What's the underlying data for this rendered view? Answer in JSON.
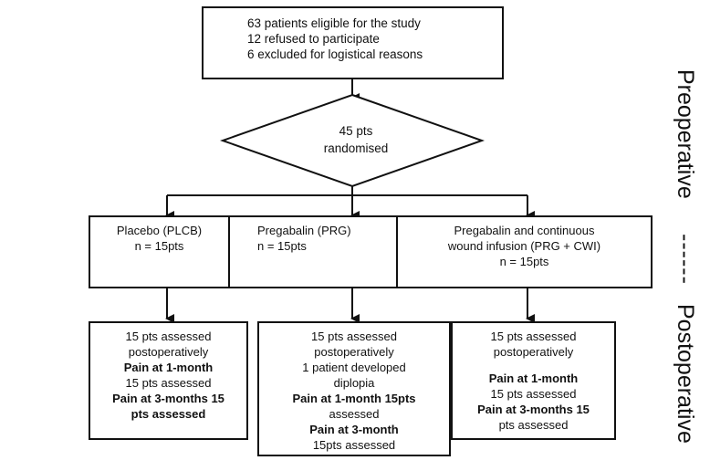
{
  "enrollment": {
    "lines": [
      "63 patients eligible for the study",
      "12 refused to participate",
      "6 excluded for logistical reasons"
    ]
  },
  "randomisation": {
    "lines": [
      "45 pts",
      "randomised"
    ]
  },
  "arms": [
    {
      "lines": [
        "Placebo (PLCB)",
        "n = 15pts"
      ]
    },
    {
      "lines": [
        "Pregabalin (PRG)",
        "n = 15pts"
      ]
    },
    {
      "lines": [
        "Pregabalin and continuous",
        "wound infusion (PRG + CWI)",
        "n = 15pts"
      ]
    }
  ],
  "outcomes": [
    {
      "lines": [
        {
          "text": "15 pts assessed",
          "bold": false
        },
        {
          "text": "postoperatively",
          "bold": false
        },
        {
          "text": "Pain at 1-month",
          "bold": true
        },
        {
          "text": "15 pts assessed",
          "bold": false
        },
        {
          "text": "Pain at 3-months 15",
          "bold": true
        },
        {
          "text": "pts assessed",
          "bold": true
        }
      ]
    },
    {
      "lines": [
        {
          "text": "15 pts assessed",
          "bold": false
        },
        {
          "text": "postoperatively",
          "bold": false
        },
        {
          "text": "1 patient developed",
          "bold": false
        },
        {
          "text": "diplopia",
          "bold": false
        },
        {
          "text": "Pain at 1-month 15pts",
          "bold": true
        },
        {
          "text": "assessed",
          "bold": false
        },
        {
          "text": "Pain at 3-month",
          "bold": true
        },
        {
          "text": "15pts assessed",
          "bold": false
        }
      ]
    },
    {
      "lines": [
        {
          "text": "15 pts assessed",
          "bold": false
        },
        {
          "text": "postoperatively",
          "bold": false
        },
        {
          "text": "",
          "bold": false
        },
        {
          "text": "Pain at 1-month",
          "bold": true
        },
        {
          "text": "15 pts assessed",
          "bold": false
        },
        {
          "text": "Pain at 3-months 15",
          "bold": true
        },
        {
          "text": "pts assessed",
          "bold": false
        }
      ]
    }
  ],
  "side_labels": {
    "preoperative": "Preoperative",
    "separator": "------",
    "postoperative": "Postoperative"
  }
}
